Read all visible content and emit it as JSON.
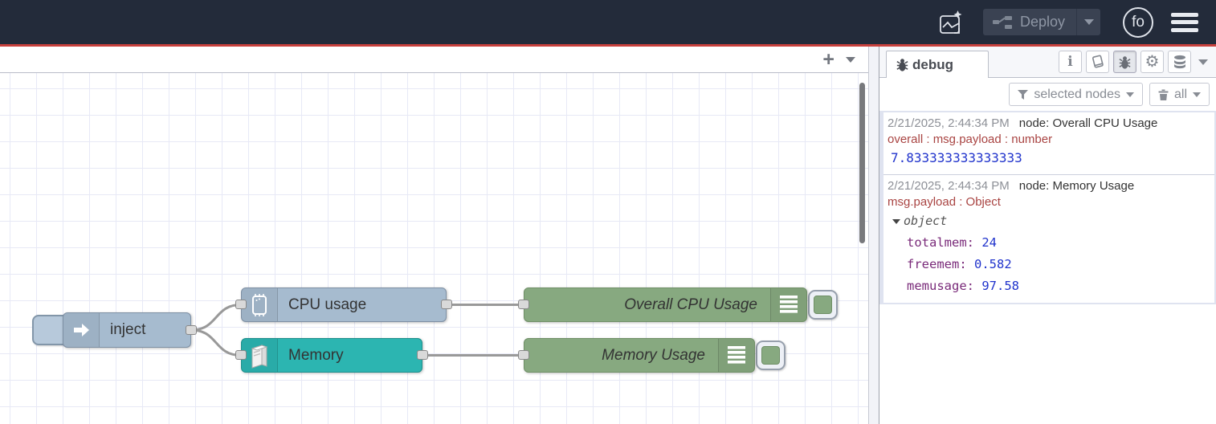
{
  "header": {
    "deploy_label": "Deploy",
    "avatar_label": "fo",
    "colors": {
      "background": "#232b3a",
      "accent_line": "#c8403c",
      "deploy_bg": "#3a4252"
    }
  },
  "canvas": {
    "tabbar": {
      "plus": "+"
    },
    "nodes": [
      {
        "id": "inject",
        "label": "inject",
        "color": "#a6bbcf"
      },
      {
        "id": "cpu",
        "label": "CPU usage",
        "color": "#a6bbcf"
      },
      {
        "id": "memory",
        "label": "Memory",
        "color": "#2cb5b1"
      },
      {
        "id": "dbg_cpu",
        "label": "Overall CPU Usage",
        "color": "#87a980"
      },
      {
        "id": "dbg_mem",
        "label": "Memory Usage",
        "color": "#87a980"
      }
    ]
  },
  "sidebar": {
    "tab_label": "debug",
    "tools": {
      "info": "i",
      "gear": "⚙"
    },
    "filter_button_label": "selected nodes",
    "clear_button_label": "all",
    "messages": [
      {
        "timestamp": "2/21/2025, 2:44:34 PM",
        "node": "node: Overall CPU Usage",
        "path": "overall : msg.payload : number",
        "value": "7.833333333333333"
      },
      {
        "timestamp": "2/21/2025, 2:44:34 PM",
        "node": "node: Memory Usage",
        "path": "msg.payload : Object",
        "object_label": "object",
        "properties": [
          {
            "key": "totalmem:",
            "value": "24"
          },
          {
            "key": "freemem:",
            "value": "0.582"
          },
          {
            "key": "memusage:",
            "value": "97.58"
          }
        ]
      }
    ]
  }
}
